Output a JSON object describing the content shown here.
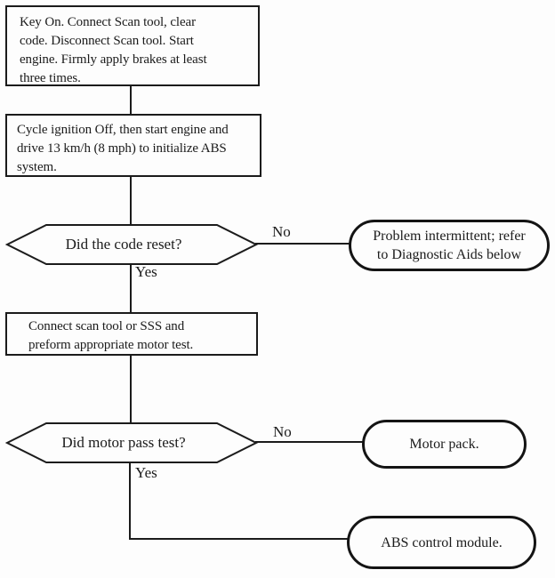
{
  "colors": {
    "ink": "#1b1b1b",
    "paper": "#fdfdfd"
  },
  "flowchart": {
    "steps": [
      {
        "name": "step-1",
        "text": "Key On. Connect Scan tool, clear\ncode. Disconnect Scan tool. Start\nengine. Firmly apply brakes at least\nthree times."
      },
      {
        "name": "step-2",
        "text": "Cycle ignition Off, then start engine and\ndrive 13 km/h (8 mph) to initialize ABS\nsystem."
      },
      {
        "name": "step-3",
        "text": "Connect scan tool or SSS and\npreform appropriate motor test."
      }
    ],
    "decisions": [
      {
        "name": "decision-code-reset",
        "question": "Did the code reset?",
        "yes_label": "Yes",
        "no_label": "No"
      },
      {
        "name": "decision-motor-pass",
        "question": "Did motor pass test?",
        "yes_label": "Yes",
        "no_label": "No"
      }
    ],
    "terminators": [
      {
        "name": "outcome-problem-intermittent",
        "text": "Problem intermittent; refer\nto Diagnostic Aids below"
      },
      {
        "name": "outcome-motor-pack",
        "text": "Motor pack."
      },
      {
        "name": "outcome-abs-control-module",
        "text": "ABS control module."
      }
    ]
  }
}
